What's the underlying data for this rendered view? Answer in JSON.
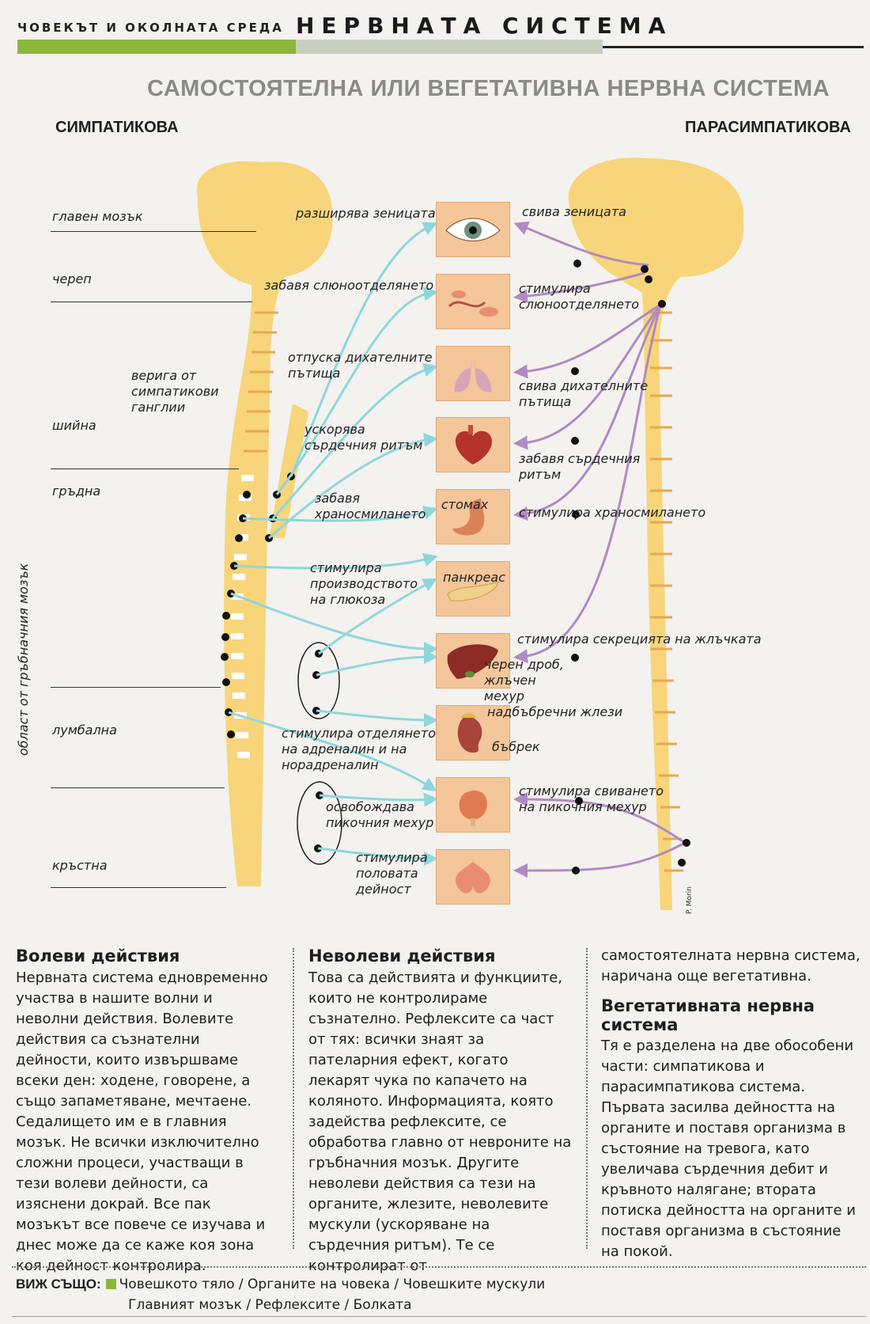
{
  "header": {
    "kicker": "ЧОВЕКЪТ И ОКОЛНАТА СРЕДА",
    "title": "НЕРВНАТА СИСТЕМА"
  },
  "figure": {
    "title": "САМОСТОЯТЕЛНА ИЛИ ВЕГЕТАТИВНА НЕРВНА СИСТЕМА",
    "left_heading": "СИМПАТИКОВА",
    "right_heading": "ПАРАСИМПАТИКОВА",
    "anatomy_labels": [
      "главен мозък",
      "череп",
      "верига от симпатикови ганглии",
      "шийна",
      "гръдна",
      "лумбална",
      "кръстна"
    ],
    "vertical_label": "област от гръбначния мозък",
    "sympathetic_actions": [
      "разширява зеницата",
      "забавя слюноотделянето",
      "отпуска дихателните пътища",
      "ускорява сърдечния ритъм",
      "забавя храносмилането",
      "стимулира производството на глюкоза",
      "стимулира отделянето на адреналин и на норадреналин",
      "освобождава пикочния мехур",
      "стимулира половата дейност"
    ],
    "parasympathetic_actions": [
      "свива зеницата",
      "стимулира слюноотделянето",
      "свива дихателните пътища",
      "забавя сърдечния ритъм",
      "стимулира храносмилането",
      "стимулира секрецията на жлъчката",
      "стимулира свиването на пикочния мехур"
    ],
    "organ_labels": [
      "стомах",
      "панкреас",
      "черен дроб, жлъчен мехур",
      "надбъбречни жлези",
      "бъбрек"
    ],
    "credit": "P. Morin",
    "colors": {
      "body": "#f8d57a",
      "spine_ring": "#e8a850",
      "sympathetic": "#8fd6dc",
      "parasympathetic": "#b08ac2",
      "organ_bg": "#f4c69a"
    }
  },
  "columns": [
    {
      "heading": "Волеви действия",
      "text": "Нервната система едновременно участва в нашите волни и неволни действия. Волевите действия са съзнателни дейности, които извършваме всеки ден: ходене, говорене, а също запаметяване, мечтаене. Седалището им е в главния мозък. Не всички изключително сложни процеси, участващи в тези волеви дейности, са изяснени докрай. Все пак мозъкът все повече се изучава и днес може да се каже коя зона коя дейност контролира."
    },
    {
      "heading": "Неволеви действия",
      "text": "Това са действията и функциите, които не контролираме съзнателно. Рефлексите са част от тях: всички знаят за пателарния ефект, когато лекарят чука по капачето на коляното. Информацията, която задейства рефлексите, се обработва главно от невроните на гръбначния мозък. Другите неволеви действия са тези на органите, жлезите, неволевите мускули (ускоряване на сърдечния ритъм). Те се контролират от"
    },
    {
      "intro": "самостоятелната нервна система, наричана още вегетативна.",
      "heading": "Вегетативната нервна система",
      "text": "Тя е разделена на две обособени части: симпатикова и парасимпатикова система. Първата засилва дейността на органите и поставя организма в състояние на тревога, като увеличава сърдечния дебит и кръвното налягане; втората потиска дейността на органите и поставя организма в състояние на покой."
    }
  ],
  "see_also": {
    "label": "ВИЖ СЪЩО:",
    "line1": "Човешкото тяло / Органите на човека / Човешките мускули",
    "line2": "Главният мозък / Рефлексите / Болката"
  }
}
